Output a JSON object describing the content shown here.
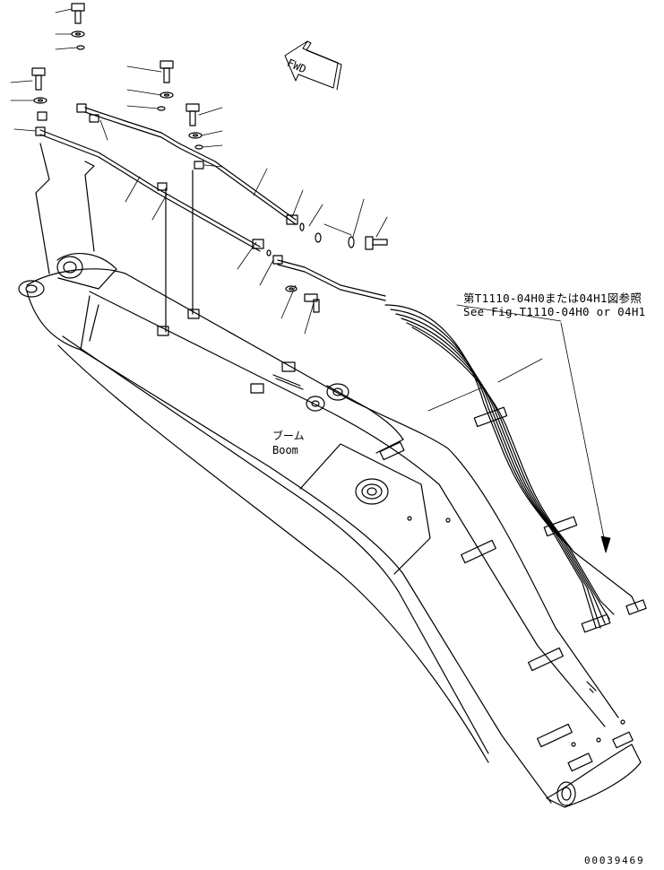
{
  "figure": {
    "reference_jp": "第T1110-04H0または04H1図参照",
    "reference_en": "See Fig.T1110-04H0 or 04H1",
    "boom_label_jp": "ブーム",
    "boom_label_en": "Boom",
    "direction_label": "FWD",
    "drawing_number": "00039469"
  }
}
